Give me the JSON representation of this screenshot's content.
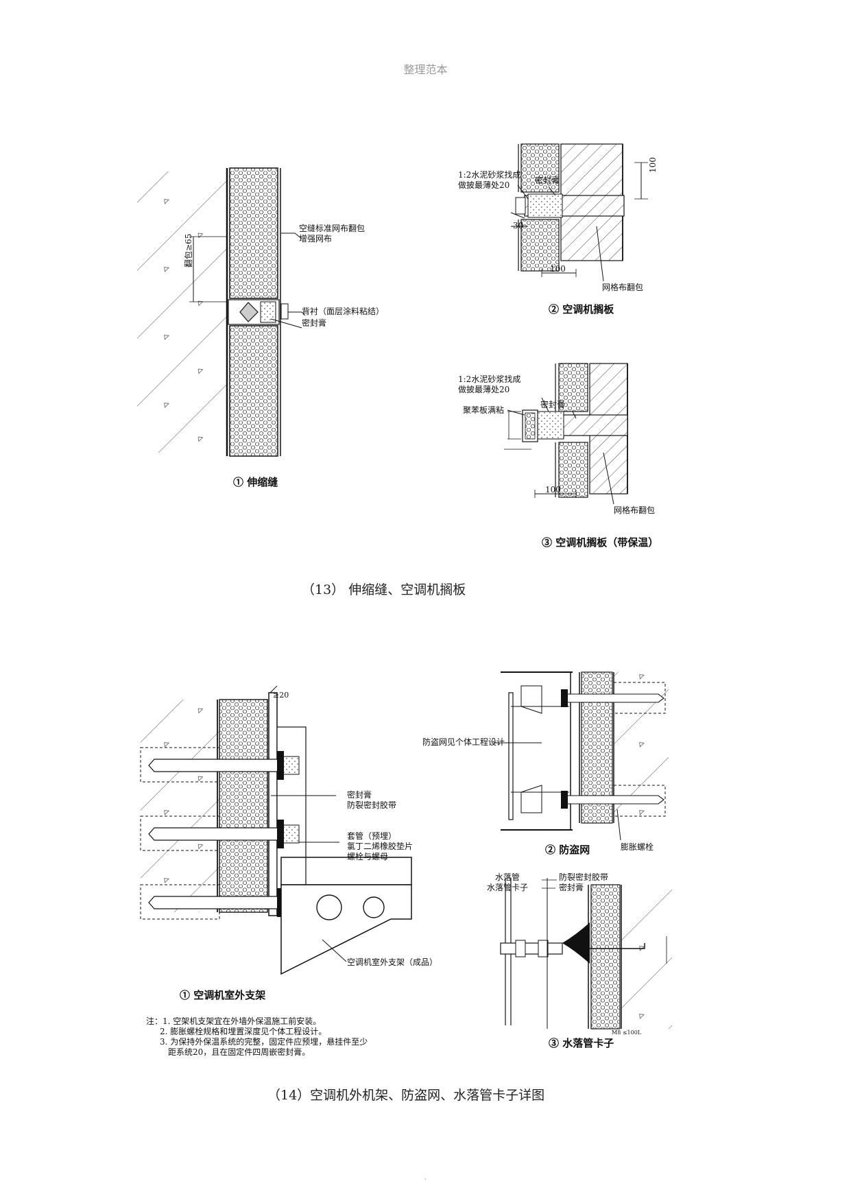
{
  "header": {
    "text": "整理范本"
  },
  "section13": {
    "caption": "（13） 伸缩缝、空调机搁板",
    "detail1": {
      "title": "① 伸缩缝",
      "label_mesh_line1": "空缝标准网布翻包",
      "label_mesh_line2": "增强网布",
      "label_backer": "背衬（面层涂料粘结）",
      "label_sealant": "密封膏",
      "dim_wrap": "翻包≥65"
    },
    "detail2": {
      "title": "② 空调机搁板",
      "label_mortar_line1": "1:2水泥砂浆找成",
      "label_mortar_line2": "做披最薄处20",
      "label_sealant": "密封膏",
      "label_mesh": "网格布翻包",
      "dim_100_vertical": "100",
      "dim_30": "30",
      "dim_100_horizontal": "100"
    },
    "detail3": {
      "title": "③ 空调机搁板（带保温）",
      "label_mortar_line1": "1:2水泥砂浆找成",
      "label_mortar_line2": "做披最薄处20",
      "label_sealant": "密封膏",
      "label_board": "聚苯板满粘",
      "label_mesh": "网格布翻包",
      "dim_100_horizontal": "100"
    }
  },
  "section14": {
    "caption": "（14）空调机外机架、防盗网、水落管卡子详图",
    "detail1": {
      "title": "① 空调机室外支架",
      "dim_top": "≥20",
      "label_sealant": "密封膏",
      "label_tape": "防裂密封胶带",
      "label_sleeve": "套管（预埋）",
      "label_washer": "氯丁二烯橡胶垫片",
      "label_bolt": "螺栓与螺母",
      "label_bracket": "空调机室外支架（成品）"
    },
    "detail2": {
      "title": "② 防盗网",
      "label_net": "防盗网见个体工程设计",
      "label_anchor": "膨胀螺栓"
    },
    "detail3": {
      "title": "③ 水落管卡子",
      "label_pipe_line1": "水落管",
      "label_pipe_line2": "水落管卡子",
      "label_tape": "防裂密封胶带",
      "label_sealant": "密封膏",
      "label_small": "M8 ≤100L"
    },
    "notes": [
      "注：1. 空架机支架宜在外墙外保温施工前安装。",
      "2. 膨胀螺栓规格和埋置深度见个体工程设计。",
      "3. 为保持外保温系统的完整，固定件应预埋，悬挂件至少",
      "距系统20，且在固定件四周嵌密封膏。"
    ]
  },
  "footer": {
    "text": "."
  }
}
